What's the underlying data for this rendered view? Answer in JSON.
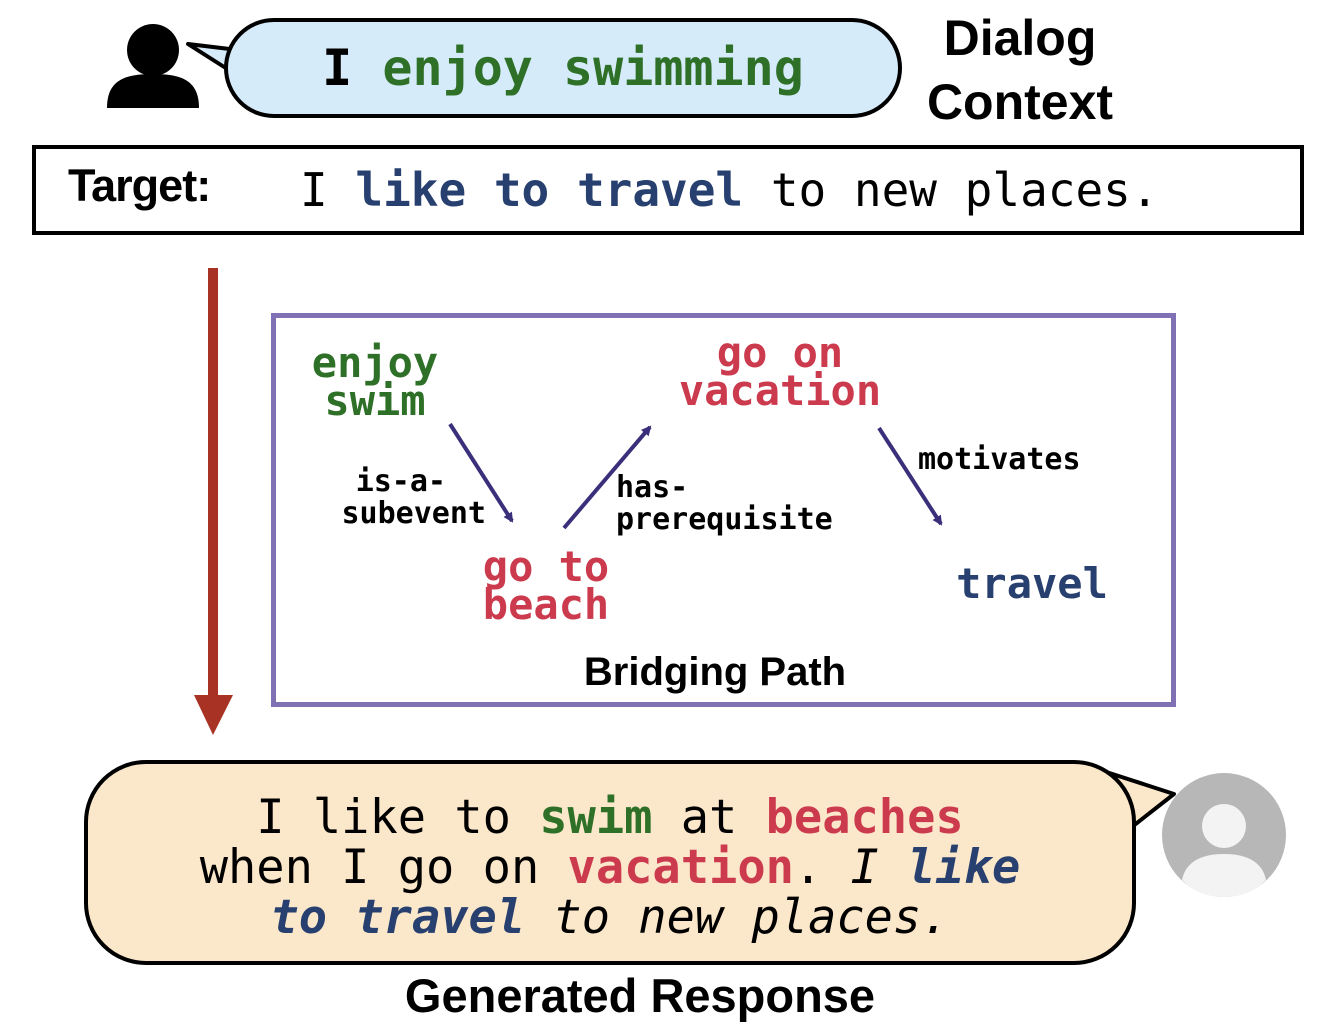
{
  "dialog_context": {
    "title_line1": "Dialog",
    "title_line2": "Context",
    "utterance": [
      {
        "text": "I ",
        "style": "plain"
      },
      {
        "text": "enjoy swimming",
        "style": "green"
      }
    ]
  },
  "target": {
    "label": "Target",
    "label_colon": ":",
    "sentence": [
      {
        "text": "I ",
        "style": "plain"
      },
      {
        "text": "like to travel",
        "style": "blue"
      },
      {
        "text": " to new places.",
        "style": "plain"
      }
    ]
  },
  "bridging_path": {
    "title": "Bridging Path",
    "nodes": {
      "enjoy_swim": {
        "line1": "enjoy",
        "line2": "swim"
      },
      "go_to_beach": {
        "line1": "go to",
        "line2": "beach"
      },
      "go_on_vacation": {
        "line1": "go on",
        "line2": "vacation"
      },
      "travel": {
        "line1": "travel"
      }
    },
    "relations": {
      "is_a_subevent": {
        "line1": "is-a-",
        "line2": "subevent"
      },
      "has_prerequisite": {
        "line1": "has-",
        "line2": "prerequisite"
      },
      "motivates": {
        "line1": "motivates"
      }
    }
  },
  "generated_response": {
    "title": "Generated Response",
    "sentence": [
      {
        "text": "I like to ",
        "style": "plain"
      },
      {
        "text": "swim",
        "style": "green"
      },
      {
        "text": " at ",
        "style": "plain"
      },
      {
        "text": "beaches",
        "style": "red"
      },
      {
        "text": "\nwhen I go on ",
        "style": "plain"
      },
      {
        "text": "vacation",
        "style": "red"
      },
      {
        "text": ". ",
        "style": "plain"
      },
      {
        "text": "I ",
        "style": "ital"
      },
      {
        "text": "like\nto travel",
        "style": "blue-ital"
      },
      {
        "text": " to new places.",
        "style": "ital"
      }
    ]
  },
  "colors": {
    "context_green": "#2e7027",
    "target_blue": "#27406f",
    "bridge_red": "#cc3a4e",
    "edge_purple": "#3a2f7a",
    "flow_arrow": "#a83224",
    "box_border": "#8071b5",
    "user_bubble": "#d6ebfa",
    "response_bubble": "#fbe7ca"
  },
  "icons": {
    "user": "person-silhouette-icon",
    "bot": "avatar-placeholder-icon"
  }
}
